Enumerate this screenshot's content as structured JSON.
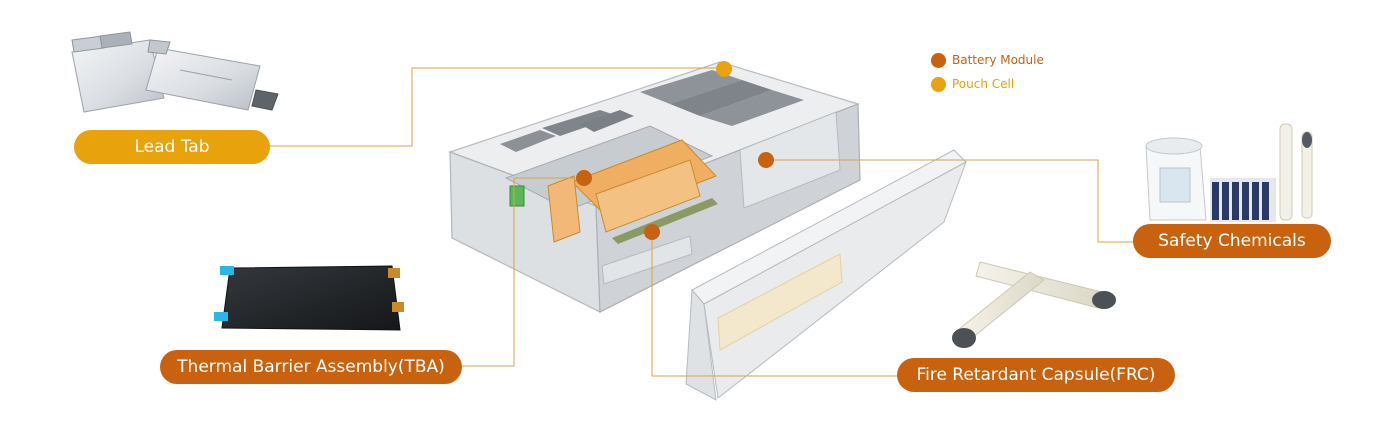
{
  "legend": {
    "items": [
      {
        "label": "Battery Module",
        "color": "#C8620E"
      },
      {
        "label": "Pouch Cell",
        "color": "#E8A20C"
      }
    ]
  },
  "callouts": {
    "lead_tab": {
      "label": "Lead Tab",
      "category": "Pouch Cell"
    },
    "tba": {
      "label": "Thermal Barrier Assembly(TBA)",
      "category": "Battery Module"
    },
    "safety_chemicals": {
      "label": "Safety Chemicals",
      "category": "Battery Module"
    },
    "frc": {
      "label": "Fire Retardant Capsule(FRC)",
      "category": "Battery Module"
    }
  },
  "colors": {
    "module": "#C8620E",
    "cell": "#E8A20C",
    "leader_line": "#D9A24A"
  },
  "pictures": [
    "pouch-cells",
    "thermal-barrier-sheet",
    "battery-module-cutaway",
    "side-cover-panel",
    "chemical-containers",
    "fire-retardant-capsules"
  ]
}
